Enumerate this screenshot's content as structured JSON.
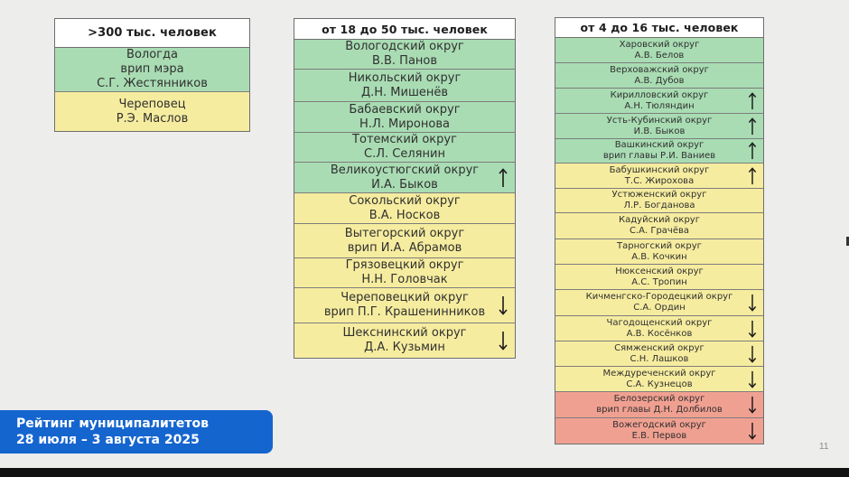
{
  "colors": {
    "green": "#a9dcb3",
    "yellow": "#f6ec9f",
    "red": "#f0a091",
    "banner": "#1565cf"
  },
  "tables": [
    {
      "header": ">300 тыс. человек",
      "rows": [
        {
          "lines": [
            "Вологда",
            "врип мэра",
            "С.Г. Жестянников"
          ],
          "color": "green",
          "trend": ""
        },
        {
          "lines": [
            "Череповец",
            "Р.Э. Маслов"
          ],
          "color": "yellow",
          "trend": ""
        }
      ]
    },
    {
      "header": "от 18 до 50 тыс. человек",
      "rows": [
        {
          "lines": [
            "Вологодский округ",
            "В.В. Панов"
          ],
          "color": "green",
          "trend": ""
        },
        {
          "lines": [
            "Никольский округ",
            "Д.Н. Мишенёв"
          ],
          "color": "green",
          "trend": ""
        },
        {
          "lines": [
            "Бабаевский округ",
            "Н.Л. Миронова"
          ],
          "color": "green",
          "trend": ""
        },
        {
          "lines": [
            "Тотемский округ",
            "С.Л. Селянин"
          ],
          "color": "green",
          "trend": ""
        },
        {
          "lines": [
            "Великоустюгский округ",
            "И.А. Быков"
          ],
          "color": "green",
          "trend": "up"
        },
        {
          "lines": [
            "Сокольский округ",
            "В.А. Носков"
          ],
          "color": "yellow",
          "trend": ""
        },
        {
          "lines": [
            "Вытегорский округ",
            "врип И.А. Абрамов"
          ],
          "color": "yellow",
          "trend": ""
        },
        {
          "lines": [
            "Грязовецкий округ",
            "Н.Н. Головчак"
          ],
          "color": "yellow",
          "trend": ""
        },
        {
          "lines": [
            "Череповецкий округ",
            "врип П.Г. Крашенинников"
          ],
          "color": "yellow",
          "trend": "down"
        },
        {
          "lines": [
            "Шекснинский округ",
            "Д.А. Кузьмин"
          ],
          "color": "yellow",
          "trend": "down"
        }
      ]
    },
    {
      "header": "от 4 до 16 тыс. человек",
      "rows": [
        {
          "lines": [
            "Харовский округ",
            "А.В. Белов"
          ],
          "color": "green",
          "trend": ""
        },
        {
          "lines": [
            "Верховажский округ",
            "А.В. Дубов"
          ],
          "color": "green",
          "trend": ""
        },
        {
          "lines": [
            "Кирилловский округ",
            "А.Н. Тюляндин"
          ],
          "color": "green",
          "trend": "up"
        },
        {
          "lines": [
            "Усть-Кубинский округ",
            "И.В. Быков"
          ],
          "color": "green",
          "trend": "up"
        },
        {
          "lines": [
            "Вашкинский округ",
            "врип главы Р.И. Ваниев"
          ],
          "color": "green",
          "trend": "up"
        },
        {
          "lines": [
            "Бабушкинский округ",
            "Т.С. Жирохова"
          ],
          "color": "yellow",
          "trend": "up"
        },
        {
          "lines": [
            "Устюженский округ",
            "Л.Р. Богданова"
          ],
          "color": "yellow",
          "trend": ""
        },
        {
          "lines": [
            "Кадуйский округ",
            "С.А. Грачёва"
          ],
          "color": "yellow",
          "trend": ""
        },
        {
          "lines": [
            "Тарногский округ",
            "А.В. Кочкин"
          ],
          "color": "yellow",
          "trend": ""
        },
        {
          "lines": [
            "Нюксенский округ",
            "А.С. Тропин"
          ],
          "color": "yellow",
          "trend": ""
        },
        {
          "lines": [
            "Кичменгско-Городецкий округ",
            "С.А. Ордин"
          ],
          "color": "yellow",
          "trend": "down"
        },
        {
          "lines": [
            "Чагодощенский округ",
            "А.В. Косёнков"
          ],
          "color": "yellow",
          "trend": "down"
        },
        {
          "lines": [
            "Сямженский округ",
            "С.Н. Лашков"
          ],
          "color": "yellow",
          "trend": "down"
        },
        {
          "lines": [
            "Междуреченский округ",
            "С.А. Кузнецов"
          ],
          "color": "yellow",
          "trend": "down"
        },
        {
          "lines": [
            "Белозерский округ",
            "врип главы Д.Н. Долбилов"
          ],
          "color": "red",
          "trend": "down"
        },
        {
          "lines": [
            "Вожегодский округ",
            "Е.В. Первов"
          ],
          "color": "red",
          "trend": "down"
        }
      ]
    }
  ],
  "banner": {
    "line1": "Рейтинг муниципалитетов",
    "line2": "28 июля – 3 августа 2025"
  },
  "page_number": "11"
}
